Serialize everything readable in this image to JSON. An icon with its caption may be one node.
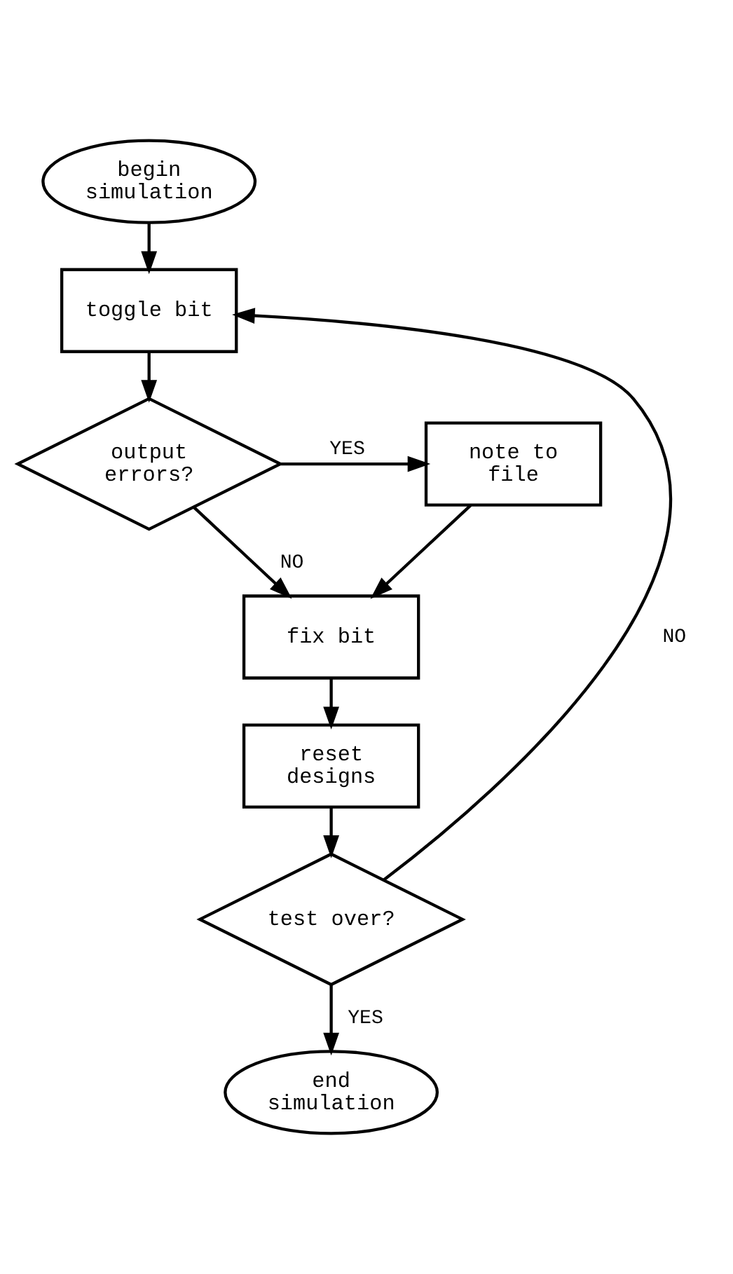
{
  "diagram": {
    "nodes": [
      {
        "text": [
          "begin simulation"
        ]
      },
      {
        "text": [
          "toggle bit"
        ]
      },
      {
        "text": [
          "output errors?"
        ]
      },
      {
        "text": [
          "note to file"
        ]
      },
      {
        "text": [
          "fix bit"
        ]
      },
      {
        "text": [
          "reset designs"
        ]
      },
      {
        "text": [
          "test over?"
        ]
      },
      {
        "text": [
          "end simulation"
        ]
      }
    ],
    "edges": [
      {
        "from": 0,
        "to": 1,
        "arrow": "to"
      },
      {
        "from": 1,
        "to": 2,
        "arrow": "to"
      },
      {
        "from": 2,
        "to": 3,
        "arrow": "to",
        "label": "YES"
      },
      {
        "from": 2,
        "to": 4,
        "arrow": "to",
        "label": "NO"
      },
      {
        "from": 3,
        "to": 4,
        "arrow": "to"
      },
      {
        "from": 4,
        "to": 5,
        "arrow": "to"
      },
      {
        "from": 5,
        "to": 6,
        "arrow": "to"
      },
      {
        "from": 6,
        "to": 1,
        "arrow": "to",
        "label": "NO"
      },
      {
        "from": 6,
        "to": 7,
        "arrow": "to",
        "label": "YES"
      }
    ]
  }
}
